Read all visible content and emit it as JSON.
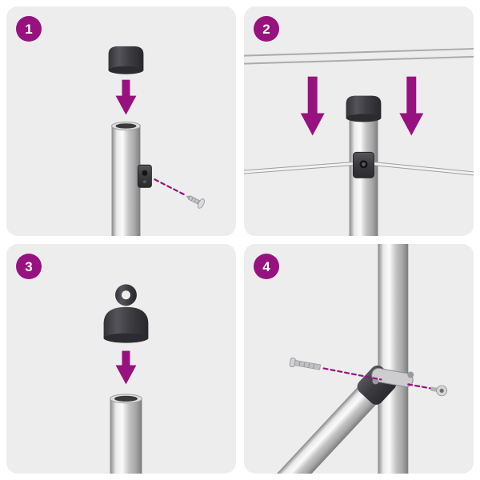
{
  "colors": {
    "accent_purple": "#97127F",
    "panel_background": "#EDEDED",
    "page_background": "#FFFFFF",
    "dark_part": "#3B3B40",
    "metal_silver": "#C9C9C9",
    "wire_white": "#F2F2F2"
  },
  "steps": [
    {
      "number": "1",
      "name": "fit-end-cap-and-line-clip-to-pole",
      "parts": [
        "end-cap",
        "open-pole-tube",
        "line-clip",
        "screw"
      ],
      "icons": [
        "arrow-down-icon",
        "dashed-guide-line"
      ]
    },
    {
      "number": "2",
      "name": "lower-lines-into-pole-clip",
      "parts": [
        "capped-pole",
        "clothesline-wires",
        "line-clip"
      ],
      "icons": [
        "arrow-down-icon",
        "arrow-down-icon"
      ]
    },
    {
      "number": "3",
      "name": "fit-eyelet-cap-onto-tube",
      "parts": [
        "eyelet-cap",
        "open-pole-tube"
      ],
      "icons": [
        "arrow-down-icon"
      ]
    },
    {
      "number": "4",
      "name": "bolt-diagonal-brace-to-pole",
      "parts": [
        "pole-tube",
        "diagonal-brace",
        "clamp-bracket",
        "bolt",
        "screw"
      ],
      "icons": [
        "dashed-guide-line",
        "dashed-guide-line"
      ]
    }
  ]
}
